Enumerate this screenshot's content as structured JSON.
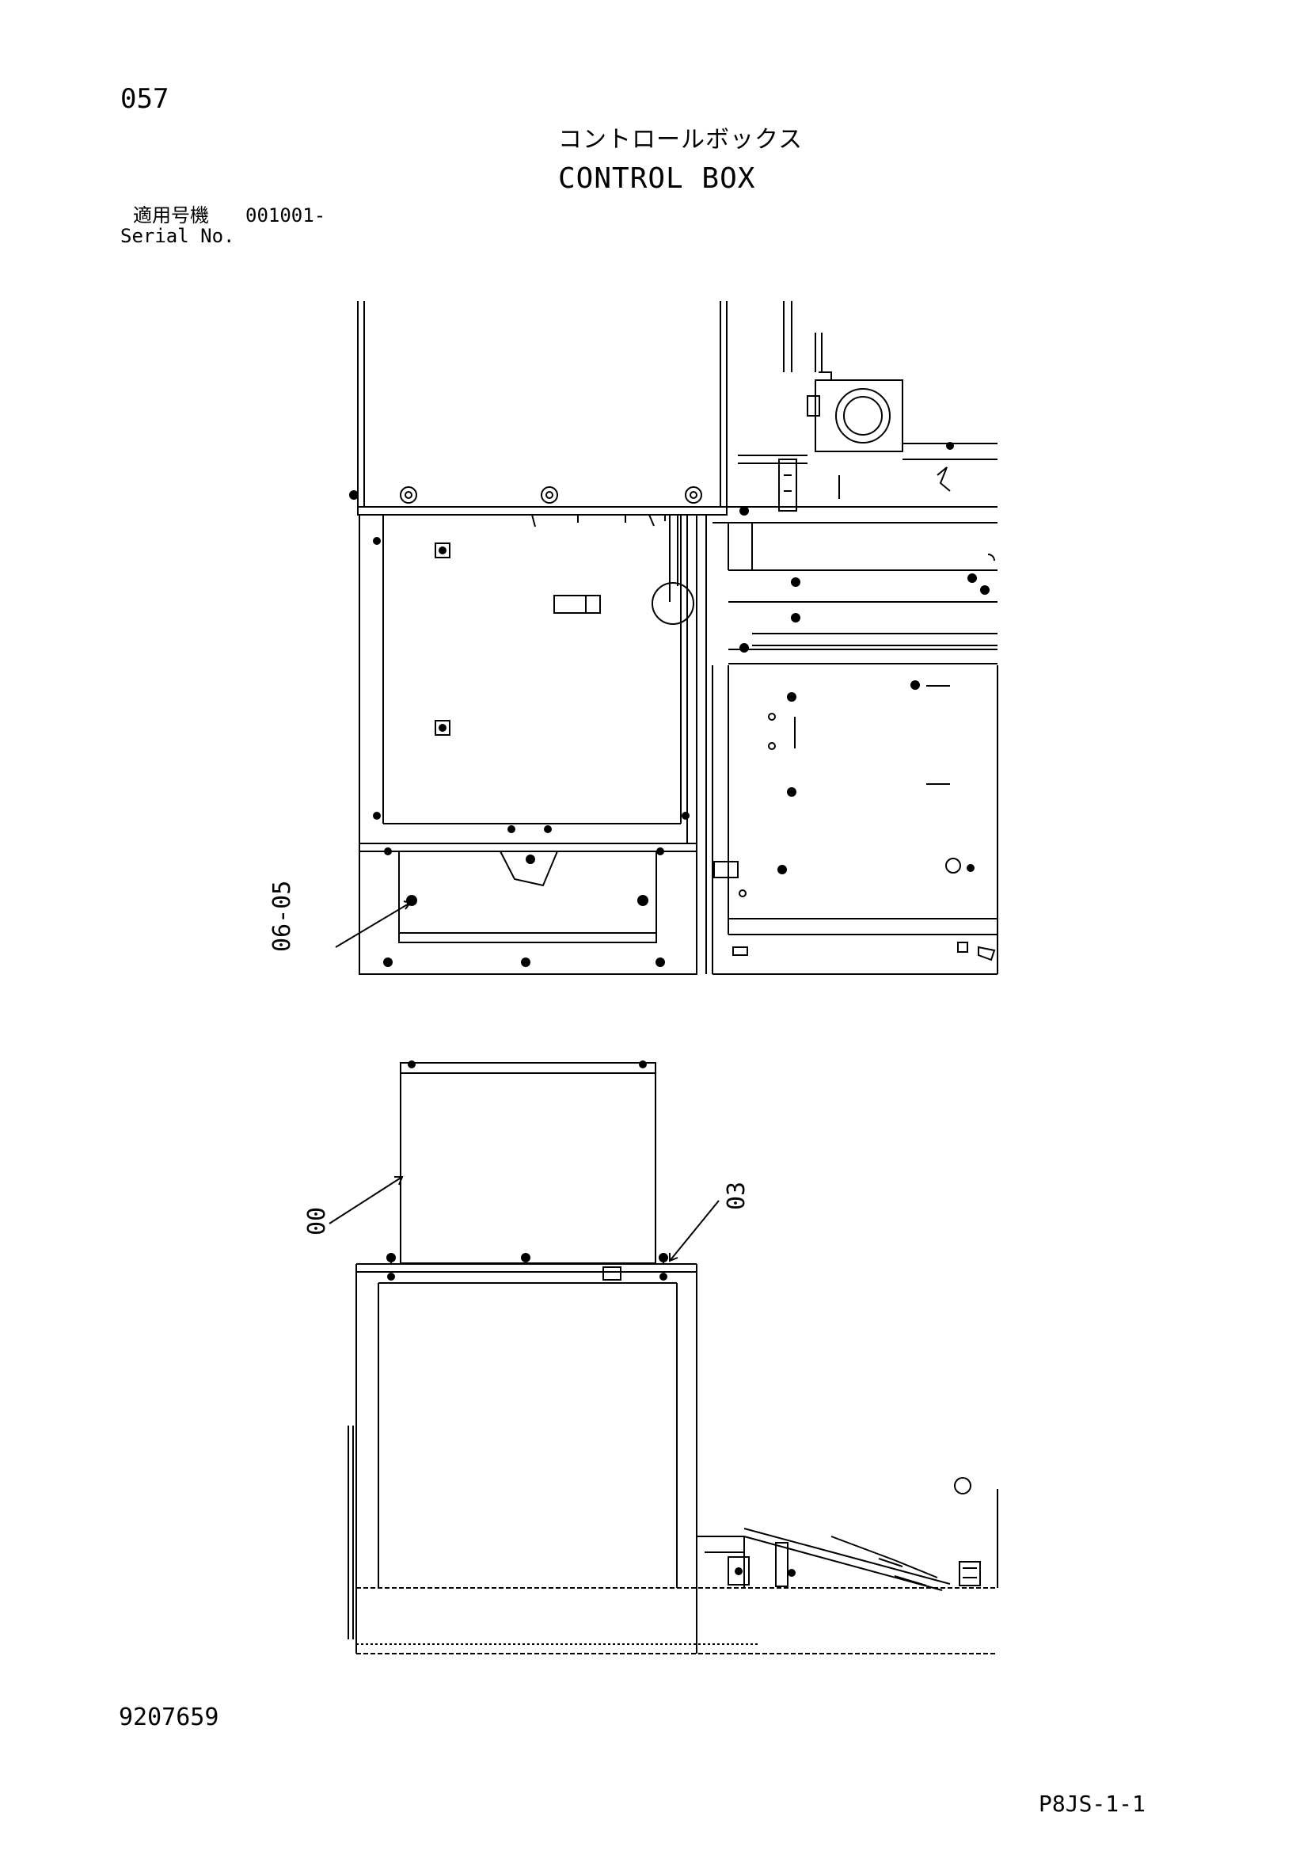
{
  "header": {
    "page_no": "057",
    "title_jp": "コントロールボックス",
    "title_en": "CONTROL BOX",
    "serial_label_jp": "適用号機",
    "serial_range": "001001-",
    "serial_label_en": "Serial No."
  },
  "callouts": {
    "upper_view": "06-05",
    "lower_left": "00",
    "lower_right": "03"
  },
  "footer": {
    "doc_no": "9207659",
    "sheet_code": "P8JS-1-1"
  }
}
